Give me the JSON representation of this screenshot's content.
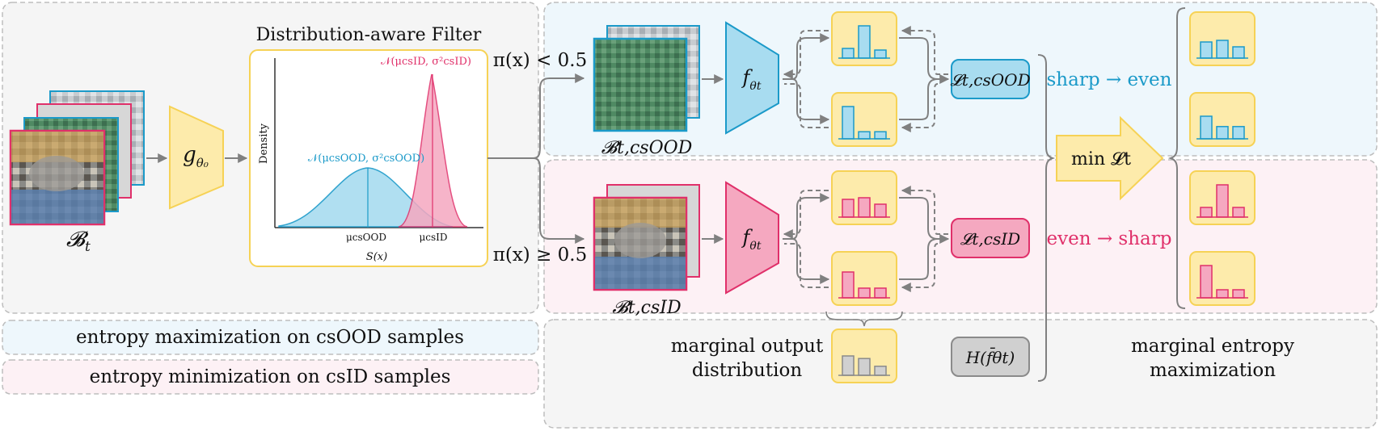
{
  "colors": {
    "blue": "#1b9ac9",
    "blue_fill": "#a8dcf0",
    "pink": "#e0306a",
    "pink_fill": "#f5a8c0",
    "yellow": "#f6d255",
    "yellow_fill": "#fdebab",
    "region_blue": "#eef7fc",
    "region_pink": "#fdf1f5",
    "region_grey": "#f5f5f5",
    "arrow": "#808080"
  },
  "input": {
    "batch_label": "𝓑",
    "batch_sub": "t"
  },
  "filter": {
    "title": "Distribution-aware Filter",
    "network_label": "g",
    "network_sub": "θ₀",
    "y_axis_label": "Density",
    "x_axis_label": "S(x)",
    "csood_dist_label": "𝒩(μcsOOD, σ²csOOD)",
    "csid_dist_label": "𝒩(μcsID, σ²csID)",
    "tick_csood": "μcsOOD",
    "tick_csid": "μcsID"
  },
  "branches": {
    "threshold_low": "π(x) < 0.5",
    "threshold_high": "π(x) ≥ 0.5",
    "csood_batch_label": "𝓑t,csOOD",
    "csid_batch_label": "𝓑t,csID",
    "model_label": "f",
    "model_sub": "θt",
    "loss_csood": "𝓛t,csOOD",
    "loss_csid": "𝓛t,csID",
    "sharp_to_even": "sharp → even",
    "even_to_sharp": "even → sharp",
    "min_loss": "min 𝓛t",
    "marginal_output": [
      "marginal output",
      "distribution"
    ],
    "marginal_entropy_term": "H(f̄θt)",
    "marginal_entropy_max": [
      "marginal entropy",
      "maximization"
    ]
  },
  "legend": {
    "blue_text": "entropy maximization on csOOD samples",
    "pink_text": "entropy minimization on csID samples"
  },
  "histograms": {
    "csood_top": [
      0.3,
      1.0,
      0.25
    ],
    "csood_bottom": [
      1.0,
      0.22,
      0.22
    ],
    "csid_top": [
      0.55,
      0.6,
      0.4
    ],
    "csid_bottom": [
      0.8,
      0.3,
      0.3
    ],
    "marginal": [
      0.6,
      0.52,
      0.28
    ],
    "right_blue_1": [
      0.5,
      0.55,
      0.35
    ],
    "right_blue_2": [
      0.7,
      0.38,
      0.38
    ],
    "right_pink_1": [
      0.3,
      1.0,
      0.3
    ],
    "right_pink_2": [
      1.0,
      0.25,
      0.25
    ]
  }
}
